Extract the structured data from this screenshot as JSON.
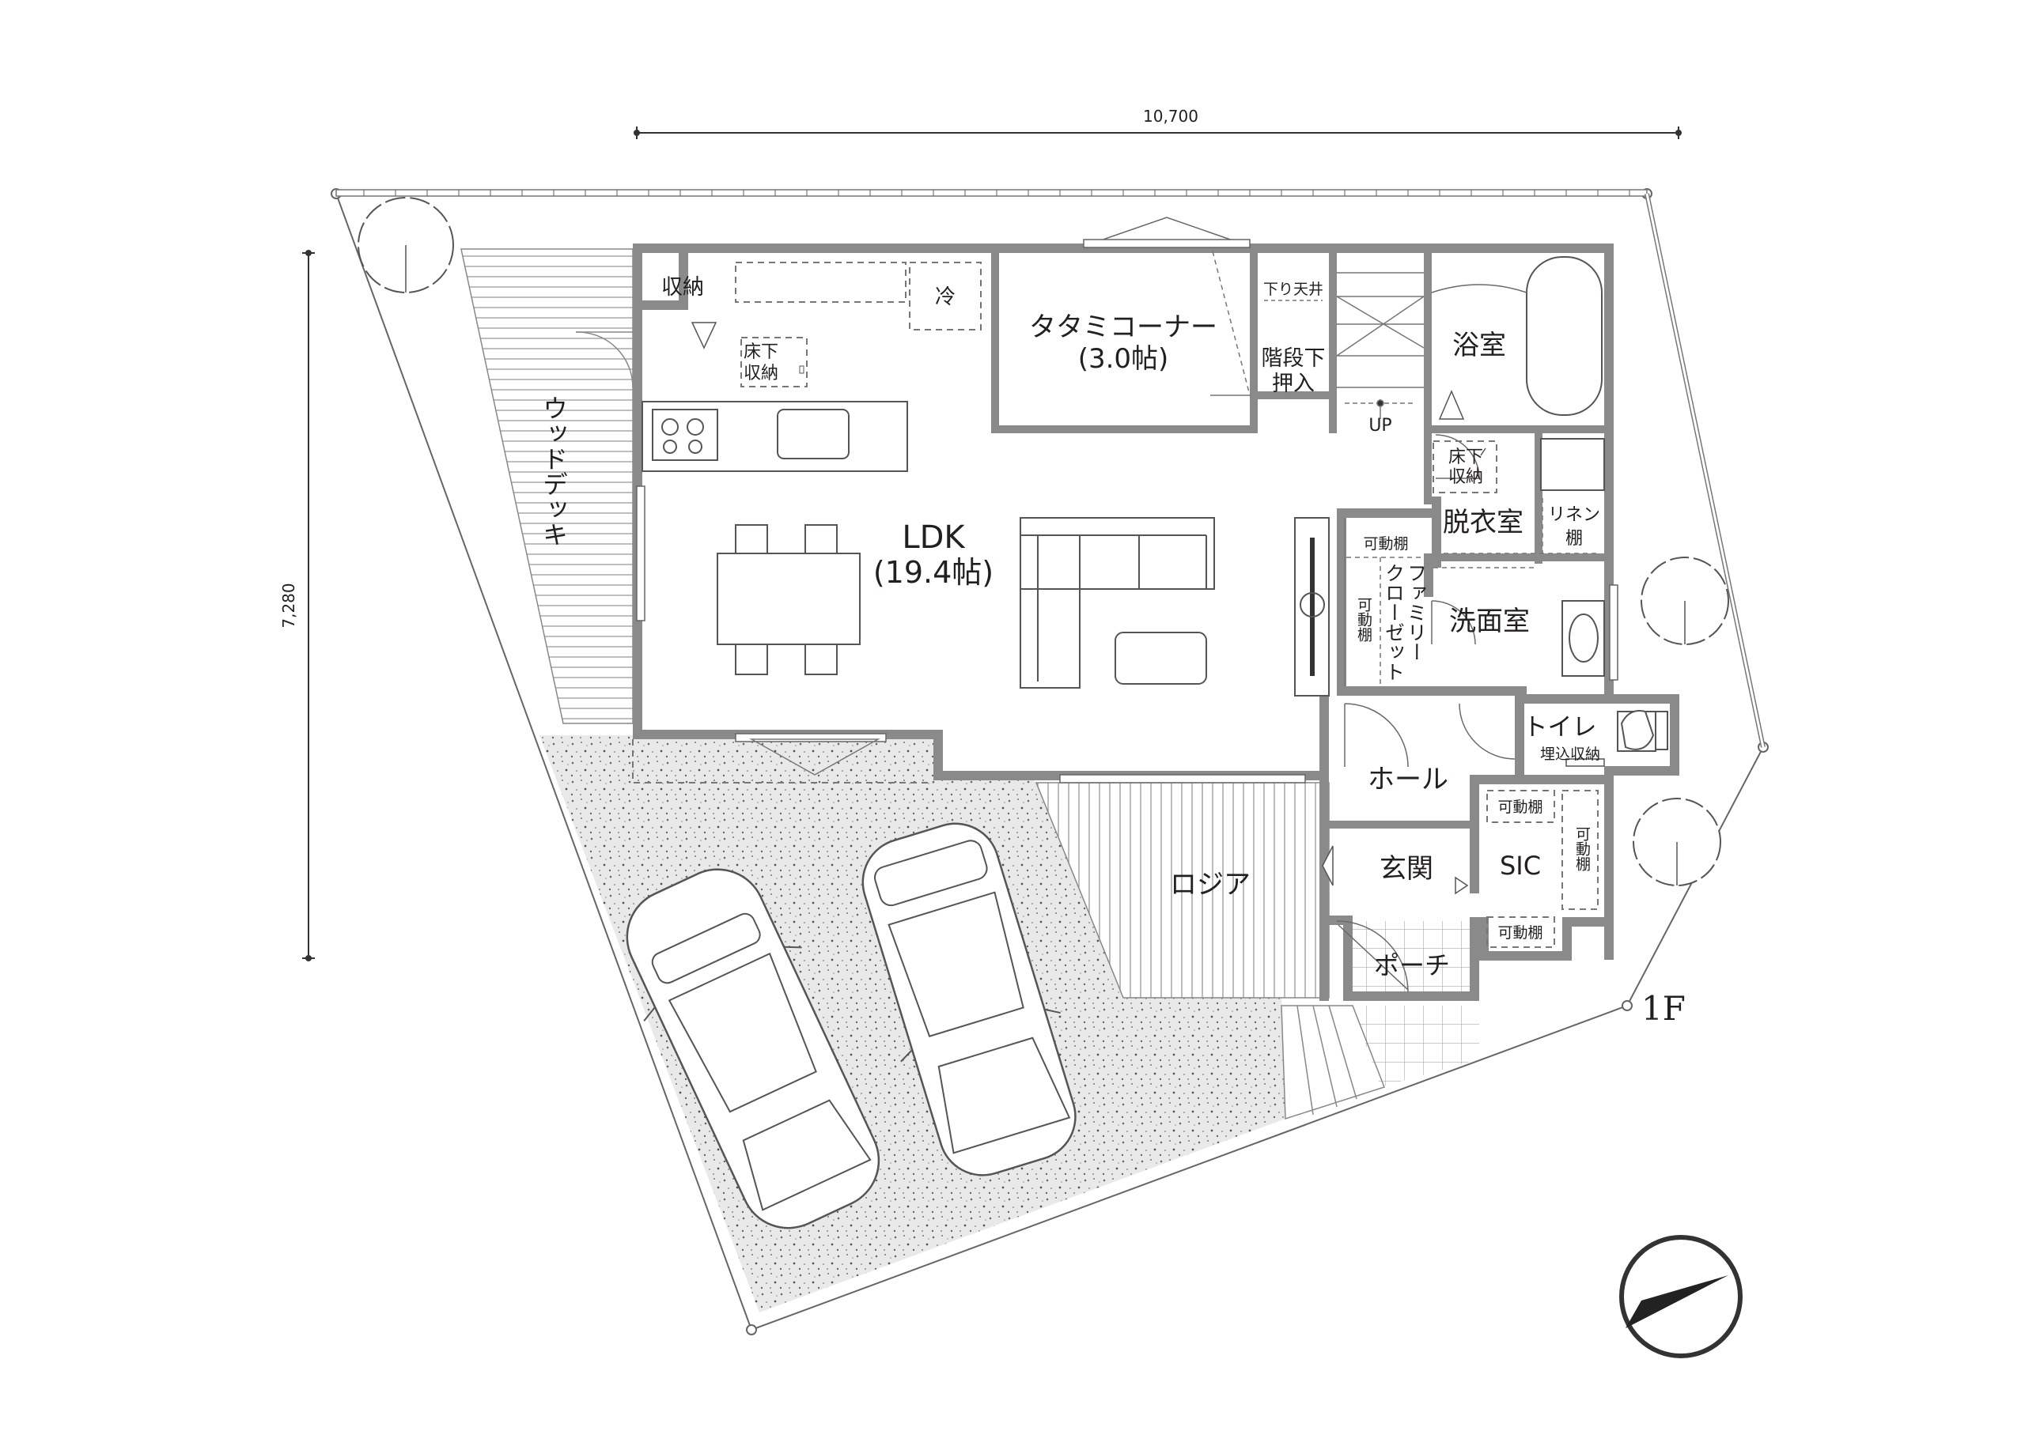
{
  "dimensions": {
    "width_label": "10,700",
    "height_label": "7,280"
  },
  "floor_label": "1F",
  "rooms": {
    "storage": "収納",
    "fridge": "冷",
    "underfloor_kitchen_1": "床下",
    "underfloor_kitchen_2": "収納",
    "tatami_1": "タタミコーナー",
    "tatami_2": "(3.0帖)",
    "ceiling_note": "下り天井",
    "stair_storage_1": "階段下",
    "stair_storage_2": "押入",
    "up": "UP",
    "bath": "浴室",
    "underfloor_wash_1": "床下",
    "underfloor_wash_2": "収納",
    "dressing": "脱衣室",
    "linen_1": "リネン",
    "linen_2": "棚",
    "ldk_1": "LDK",
    "ldk_2": "(19.4帖)",
    "shelf_top": "可動棚",
    "shelf_side": "可動棚",
    "family_closet_1": "ファミリー",
    "family_closet_2": "クローゼット",
    "washroom": "洗面室",
    "toilet": "トイレ",
    "toilet_storage": "埋込収納",
    "hall": "ホール",
    "entrance": "玄関",
    "sic": "SIC",
    "sic_shelf_top": "可動棚",
    "sic_shelf_side": "可動棚",
    "sic_shelf_bottom": "可動棚",
    "loggia": "ロジア",
    "porch": "ポーチ",
    "wood_deck": "ウッドデッキ"
  },
  "icons": [
    "north-arrow-icon",
    "tree-icon",
    "car-icon"
  ]
}
